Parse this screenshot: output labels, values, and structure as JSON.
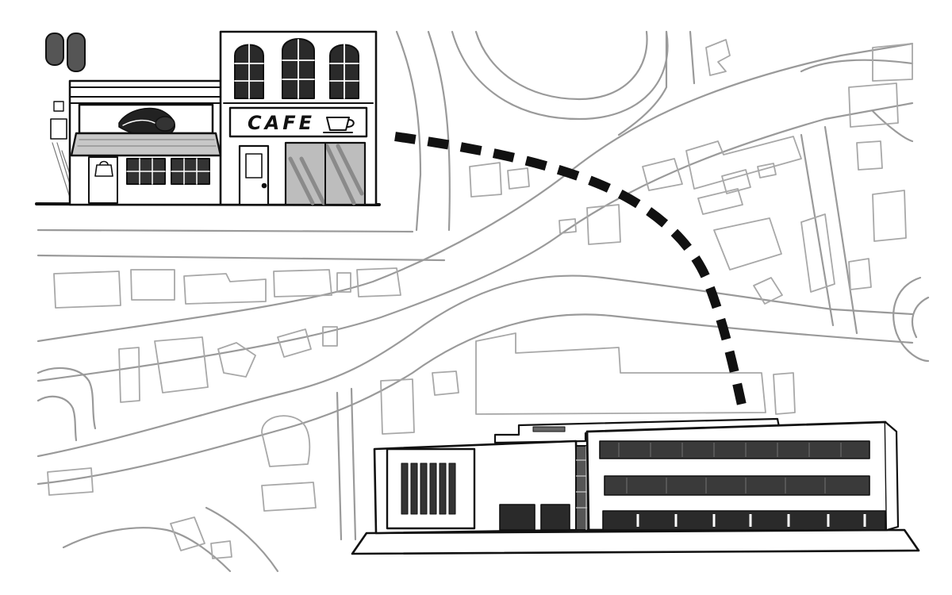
{
  "map": {
    "background": "#ffffff",
    "street_line_color": "#9a9a9a",
    "building_line_color": "#111111",
    "route_color": "#111111",
    "route_style": "dashed"
  },
  "storefronts": {
    "shop_sign_icon": "clam-icon",
    "cafe_sign_text": "CAFE",
    "cafe_sign_icon": "coffee-cup-icon",
    "door_icon": "shopping-bag-icon"
  },
  "destination": {
    "building_type": "modern-office-building"
  }
}
